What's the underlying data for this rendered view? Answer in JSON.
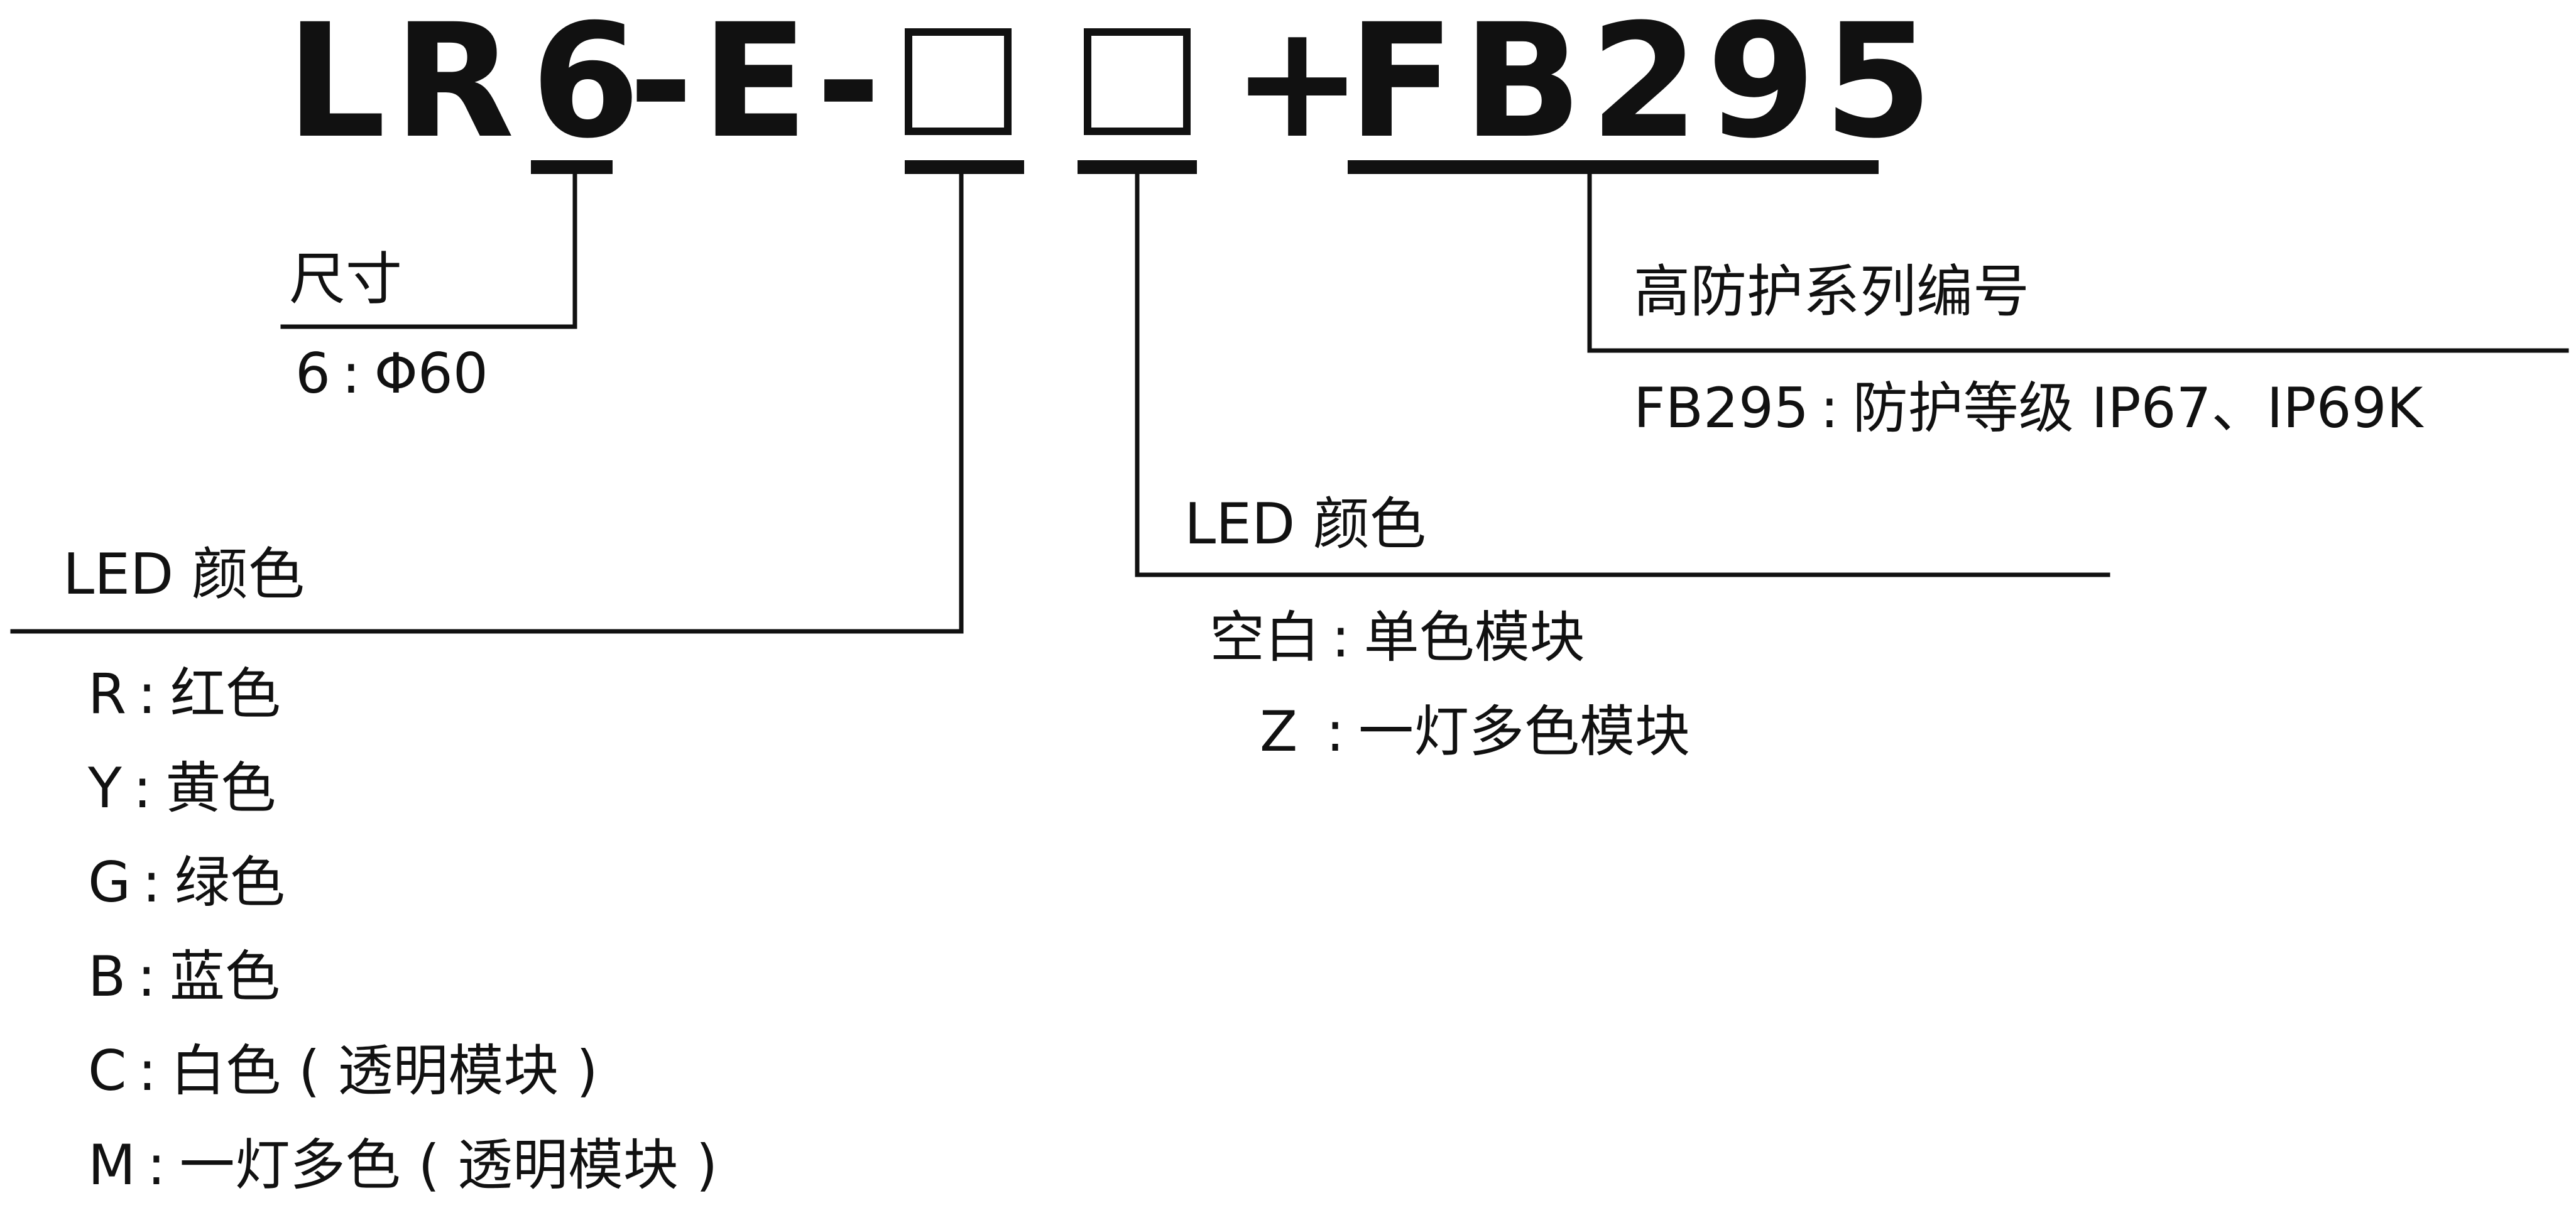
{
  "title": {
    "prefix": "LR",
    "size_code": "6",
    "mid": "-E-",
    "plus": "+",
    "series": "FB295"
  },
  "size": {
    "heading": "尺寸",
    "items": [
      {
        "key": "6",
        "sep": ":",
        "text": "Φ60"
      }
    ]
  },
  "led_color": {
    "heading": "LED 颜色",
    "items": [
      {
        "key": "R",
        "sep": ":",
        "text": "红色"
      },
      {
        "key": "Y",
        "sep": ":",
        "text": "黄色"
      },
      {
        "key": "G",
        "sep": ":",
        "text": "绿色"
      },
      {
        "key": "B",
        "sep": ":",
        "text": "蓝色"
      },
      {
        "key": "C",
        "sep": ":",
        "text": "白色 ( 透明模块 )"
      },
      {
        "key": "M",
        "sep": ":",
        "text": "一灯多色 ( 透明模块 )"
      }
    ]
  },
  "module_type": {
    "heading": "LED 颜色",
    "items": [
      {
        "key": "空白",
        "sep": ":",
        "text": "单色模块"
      },
      {
        "key": "Z",
        "sep": ":",
        "text": "一灯多色模块"
      }
    ]
  },
  "protection": {
    "heading": "高防护系列编号",
    "items": [
      {
        "key": "FB295",
        "sep": ":",
        "text": "防护等级 IP67、IP69K"
      }
    ]
  },
  "colors": {
    "ink": "#111111",
    "background": "#ffffff"
  }
}
